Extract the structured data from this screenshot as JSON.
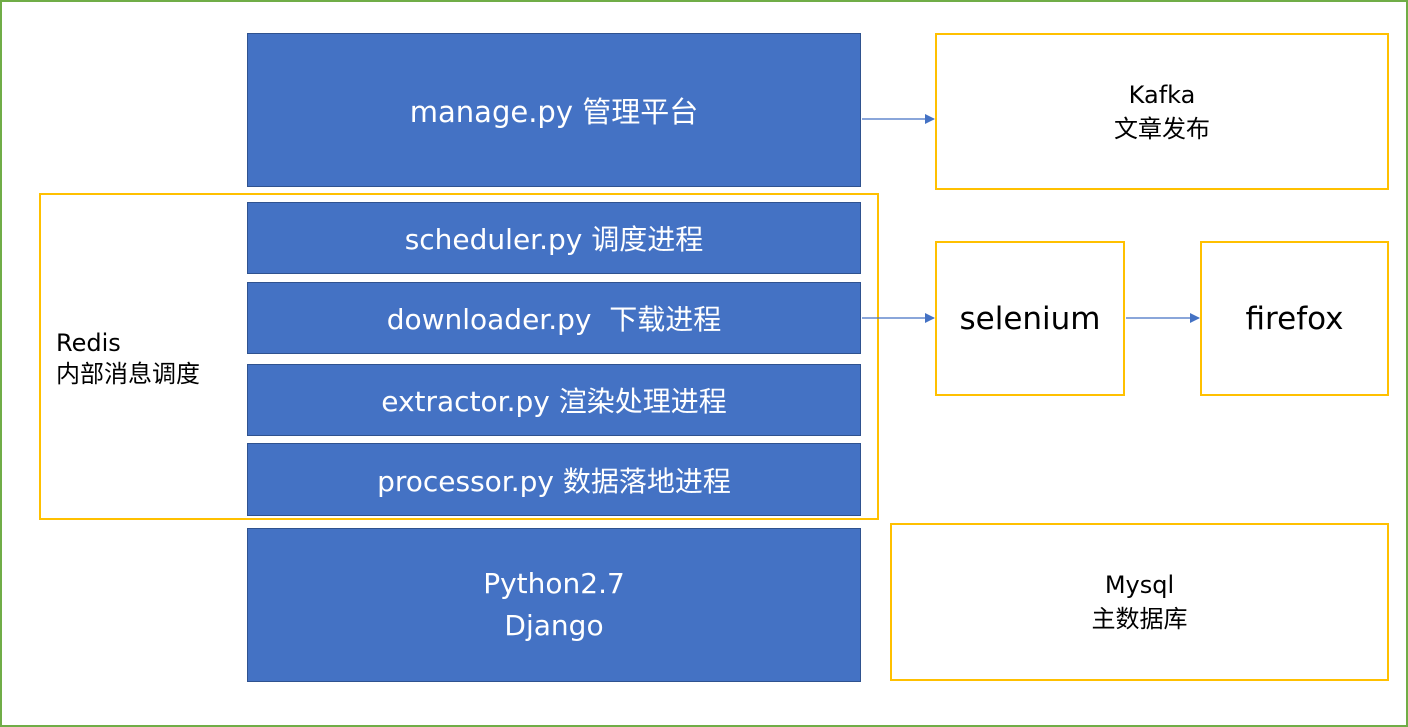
{
  "colors": {
    "frame": "#70ad47",
    "box_blue": "#4472c4",
    "box_orange": "#ffc000",
    "arrow": "#4472c4"
  },
  "nodes": {
    "manage": "manage.py 管理平台",
    "scheduler": "scheduler.py 调度进程",
    "downloader": "downloader.py  下载进程",
    "extractor": "extractor.py 渲染处理进程",
    "processor": "processor.py 数据落地进程",
    "platform": {
      "line1": "Python2.7",
      "line2": "Django"
    },
    "kafka": {
      "line1": "Kafka",
      "line2": "文章发布"
    },
    "selenium": "selenium",
    "firefox": "firefox",
    "mysql": {
      "line1": "Mysql",
      "line2": "主数据库"
    }
  },
  "redis": {
    "line1": "Redis",
    "line2": "内部消息调度"
  },
  "edges": [
    {
      "from": "manage",
      "to": "kafka"
    },
    {
      "from": "downloader",
      "to": "selenium"
    },
    {
      "from": "selenium",
      "to": "firefox"
    }
  ]
}
